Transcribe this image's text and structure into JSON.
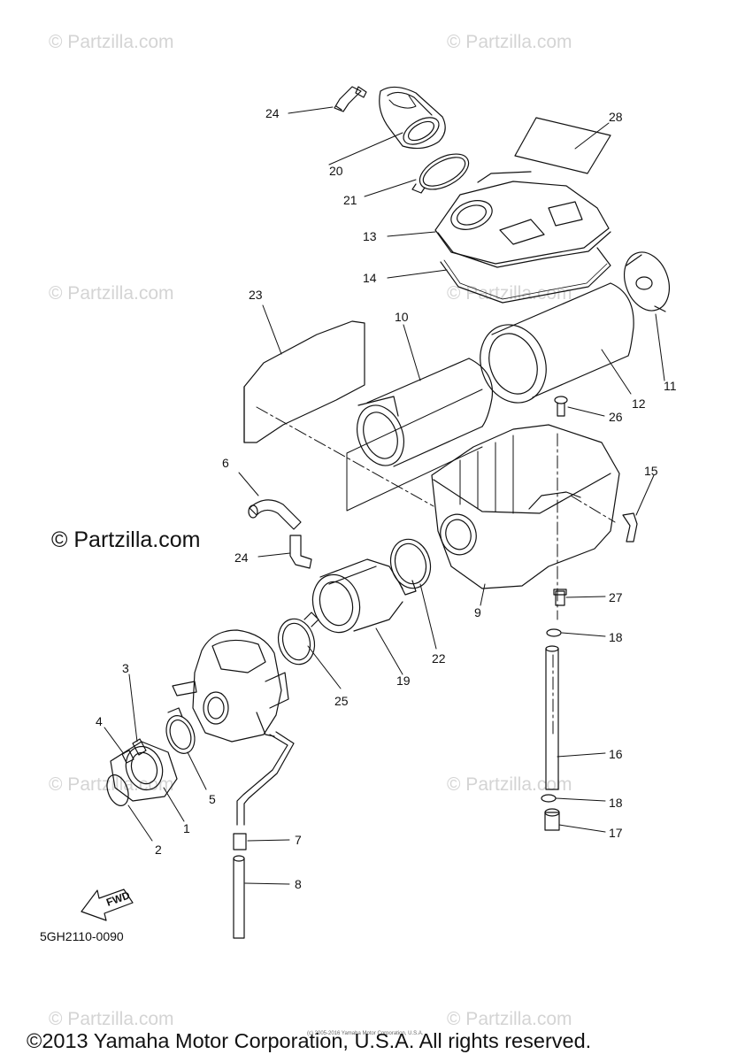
{
  "watermark": "© Partzilla.com",
  "diagram_code": "5GH2110-0090",
  "fwd_label": "FWD",
  "fine_print": "(c) 2005-2016 Yamaha Motor Corporation, U.S.A.",
  "copyright": "©2013 Yamaha Motor Corporation, U.S.A. All rights reserved.",
  "callouts": {
    "p1": "1",
    "p2": "2",
    "p3": "3",
    "p4": "4",
    "p5": "5",
    "p6": "6",
    "p7": "7",
    "p8": "8",
    "p9": "9",
    "p10": "10",
    "p11": "11",
    "p12": "12",
    "p13": "13",
    "p14": "14",
    "p15": "15",
    "p16": "16",
    "p17": "17",
    "p18a": "18",
    "p18b": "18",
    "p19": "19",
    "p20": "20",
    "p21": "21",
    "p22": "22",
    "p23": "23",
    "p24a": "24",
    "p24b": "24",
    "p25": "25",
    "p26": "26",
    "p27": "27",
    "p28": "28"
  }
}
